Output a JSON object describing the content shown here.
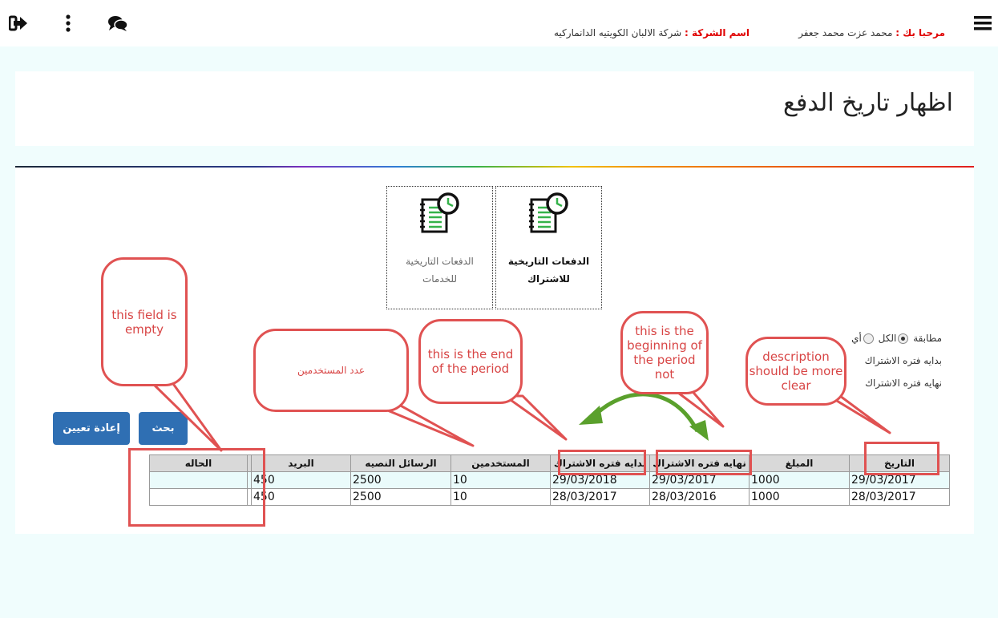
{
  "topbar": {
    "icons": [
      "sign-out-icon",
      "more-vertical-icon",
      "chat-icon",
      "menu-icon"
    ],
    "welcome_label": "مرحبا بك :",
    "user_name": "محمد عزت محمد جعفر",
    "company_label": "اسم الشركة :",
    "company_name": "شركة الالبان الكويتيه الدانماركيه"
  },
  "page": {
    "title": "اظهار تاريخ الدفع"
  },
  "cards": [
    {
      "label": "الدفعات التاريخية للاشتراك",
      "active": true
    },
    {
      "label": "الدفعات التاريخية للخدمات",
      "active": false
    }
  ],
  "filters": {
    "match_label": "مطابقة",
    "option_all": "الكل",
    "option_any": "أي",
    "row2": "بدايه فتره الاشتراك",
    "row3": "نهايه فتره الاشتراك"
  },
  "buttons": {
    "search": "بحث",
    "reset": "إعادة تعيين"
  },
  "table": {
    "headers": [
      "التاريخ",
      "المبلغ",
      "نهايه فتره الاشتراك",
      "بدايه فتره الاشتراك",
      "المستخدمين",
      "الرسائل النصيه",
      "البريد",
      "",
      "الحاله"
    ],
    "rows": [
      [
        "29/03/2017",
        "1000",
        "29/03/2017",
        "29/03/2018",
        "10",
        "2500",
        "450",
        "",
        ""
      ],
      [
        "28/03/2017",
        "1000",
        "28/03/2016",
        "28/03/2017",
        "10",
        "2500",
        "450",
        "",
        ""
      ]
    ]
  },
  "annotations": {
    "field_empty": "this field is empty",
    "users_count": "عدد المستخدمين",
    "end_period": "this is the end of the period",
    "beginning_period": "this is the beginning of the period not",
    "description": "description should be more clear"
  },
  "colors": {
    "accent_red": "#e00000",
    "button_blue": "#2f6fb3",
    "annotation_red": "#e05252",
    "arrow_green": "#5aa02c"
  }
}
